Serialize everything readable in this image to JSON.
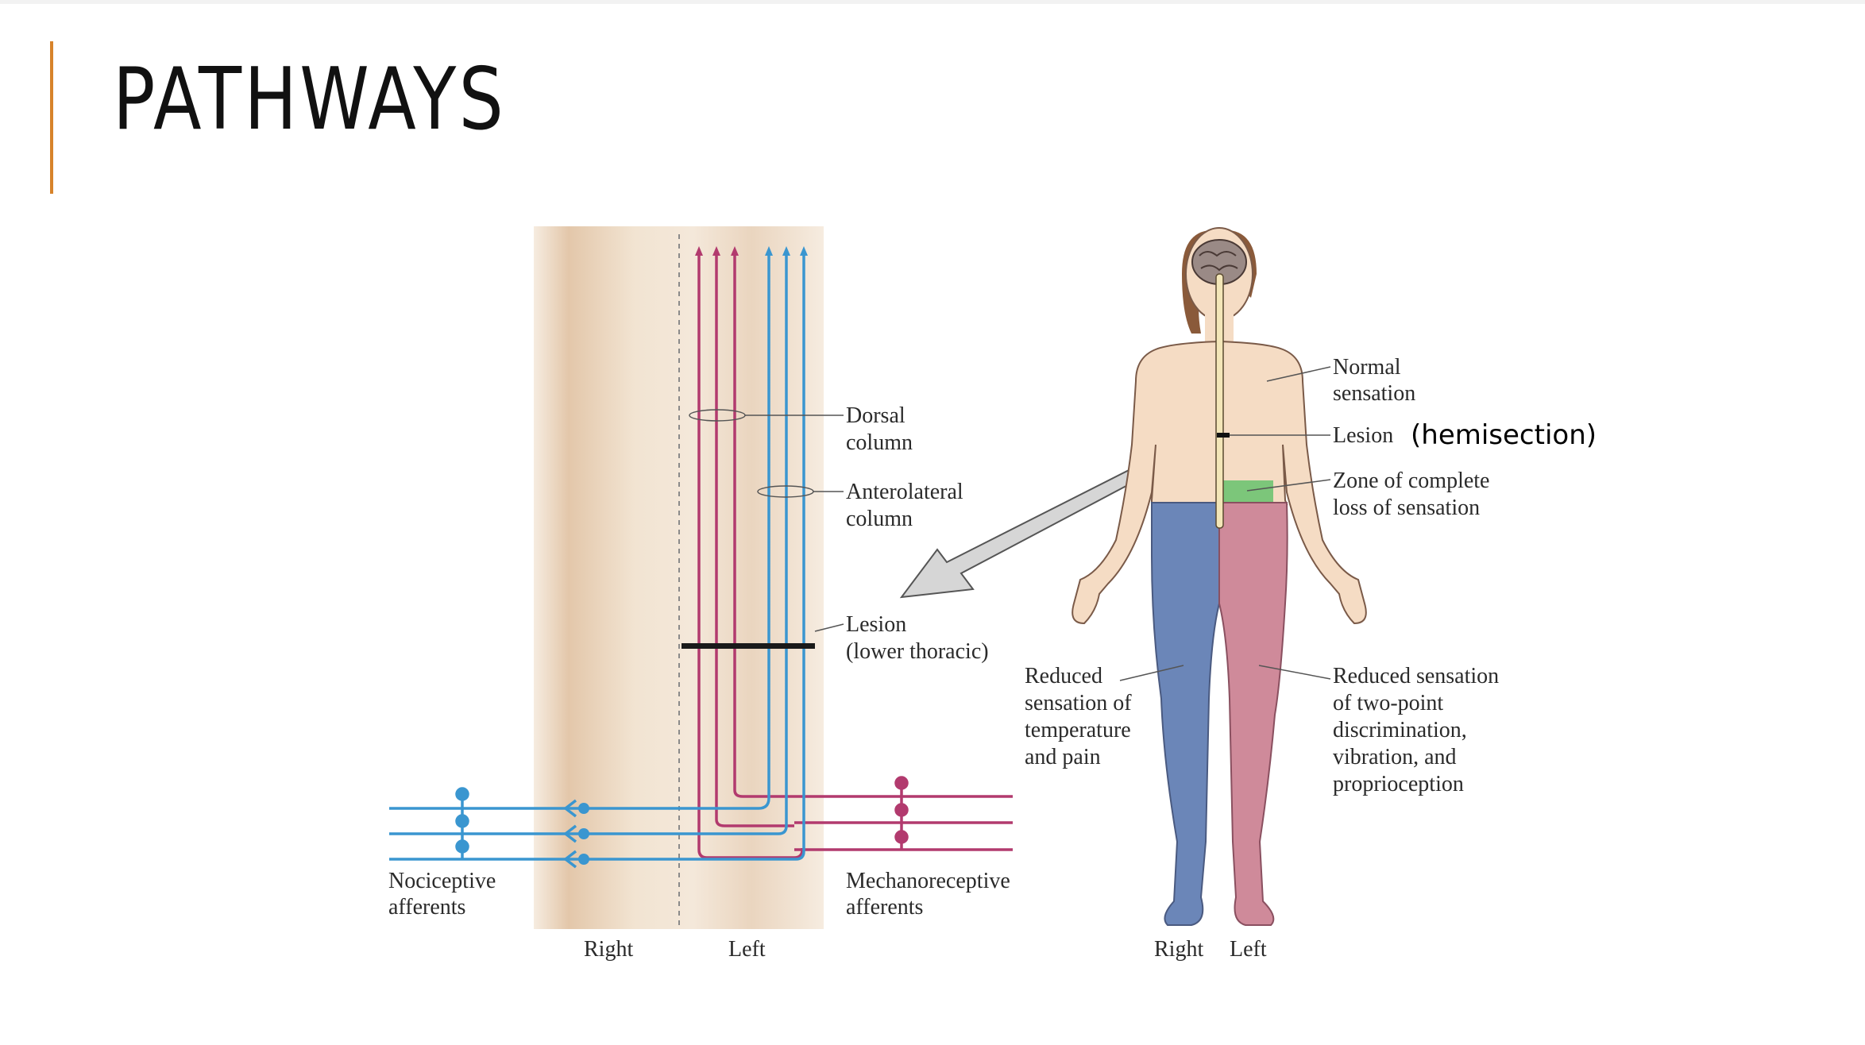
{
  "slide": {
    "title": "PATHWAYS"
  },
  "colors": {
    "accent": "#d7832a",
    "dorsal_column_pathway": "#b23a6e",
    "anterolateral_pathway": "#3a96d0",
    "right_side_reduced": "#6b86b8",
    "left_side_reduced": "#cf8a9a",
    "zone_loss": "#7cc67a",
    "skin": "#f5dcc4"
  },
  "spinal_cord_diagram": {
    "dorsal_column": {
      "line1": "Dorsal",
      "line2": "column"
    },
    "anterolateral_column": {
      "line1": "Anterolateral",
      "line2": "column"
    },
    "lesion": {
      "line1": "Lesion",
      "line2": "(lower thoracic)"
    },
    "nociceptive": {
      "line1": "Nociceptive",
      "line2": "afferents"
    },
    "mechanoreceptive": {
      "line1": "Mechanoreceptive",
      "line2": "afferents"
    },
    "side_right": "Right",
    "side_left": "Left"
  },
  "body_diagram": {
    "normal": {
      "line1": "Normal",
      "line2": "sensation"
    },
    "lesion": "Lesion",
    "hemisection": "(hemisection)",
    "zone": {
      "line1": "Zone of complete",
      "line2": "loss of sensation"
    },
    "reduced_temp": {
      "line1": "Reduced",
      "line2": "sensation of",
      "line3": "temperature",
      "line4": "and pain"
    },
    "reduced_two_point": {
      "line1": "Reduced sensation",
      "line2": "of two-point",
      "line3": "discrimination,",
      "line4": "vibration, and",
      "line5": "proprioception"
    },
    "side_right": "Right",
    "side_left": "Left"
  }
}
